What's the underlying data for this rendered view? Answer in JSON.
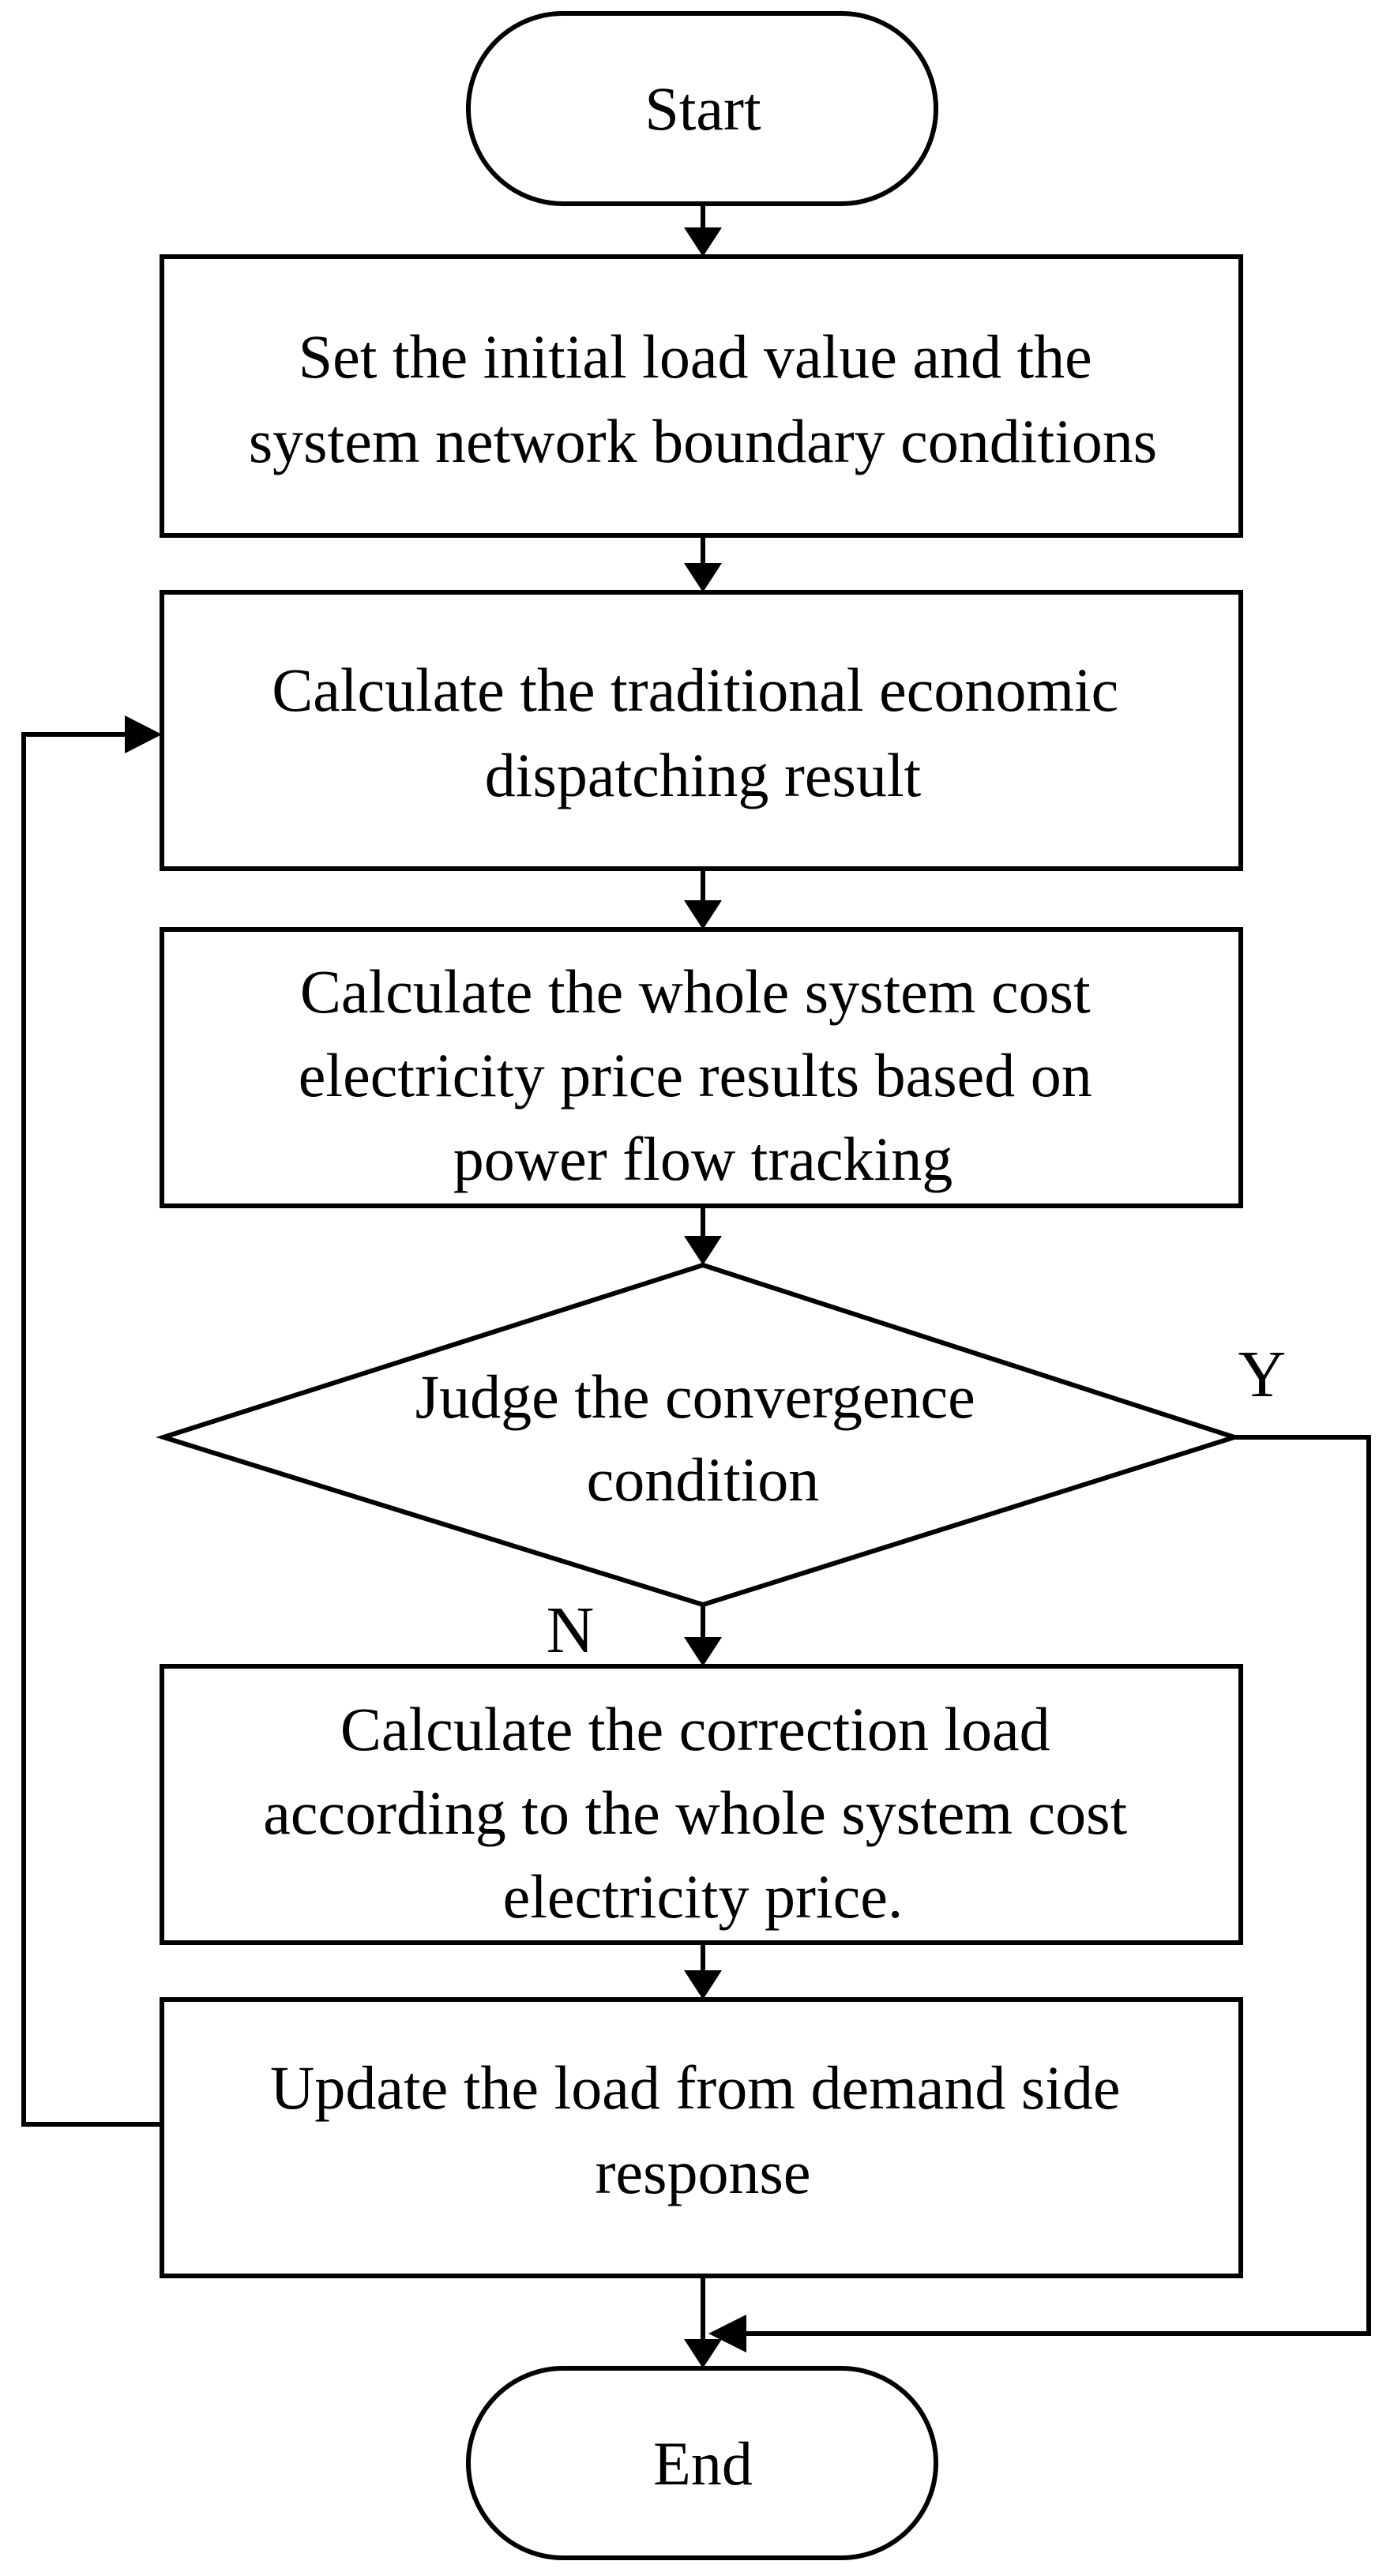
{
  "flowchart": {
    "start": {
      "label": "Start"
    },
    "step_init": {
      "lines": [
        "Set the initial load value and the",
        "system network boundary conditions"
      ]
    },
    "step_dispatch": {
      "lines": [
        "Calculate the traditional economic",
        "dispatching result"
      ]
    },
    "step_price": {
      "lines": [
        "Calculate the whole system cost",
        "electricity price results based on",
        "power flow tracking"
      ]
    },
    "decision": {
      "lines": [
        "Judge the convergence",
        "condition"
      ]
    },
    "step_correction": {
      "lines": [
        "Calculate the correction load",
        "according to the whole system cost",
        "electricity  price."
      ]
    },
    "step_update": {
      "lines": [
        "Update the load from demand side",
        "response"
      ]
    },
    "end": {
      "label": "End"
    },
    "branch_yes": "Y",
    "branch_no": "N"
  }
}
